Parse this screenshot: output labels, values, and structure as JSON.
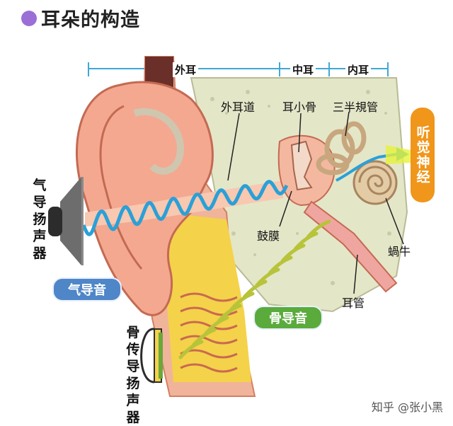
{
  "title": "耳朵的构造",
  "zones": {
    "outer": "外耳",
    "middle": "中耳",
    "inner": "内耳"
  },
  "labels": {
    "ear_canal": "外耳道",
    "ossicles": "耳小骨",
    "semicircular_canals": "三半規管",
    "eardrum": "鼓膜",
    "cochlea": "蝸牛",
    "eustachian_tube": "耳管"
  },
  "auditory_nerve": "听觉神经",
  "air_speaker": "气导扬声器",
  "bone_speaker": "骨传导扬声器",
  "air_conduction": "气导音",
  "bone_conduction": "骨导音",
  "watermark": "知乎 @张小黑",
  "colors": {
    "title_dot": "#9b6fd6",
    "air_pill": "#4f86c8",
    "bone_pill": "#5aab3c",
    "nerve_pill": "#f0961a",
    "sound_wave": "#2aa0d8",
    "bone_waves": "#b7c43a",
    "skin": "#f4a890",
    "bone": "#e4e6c8"
  }
}
